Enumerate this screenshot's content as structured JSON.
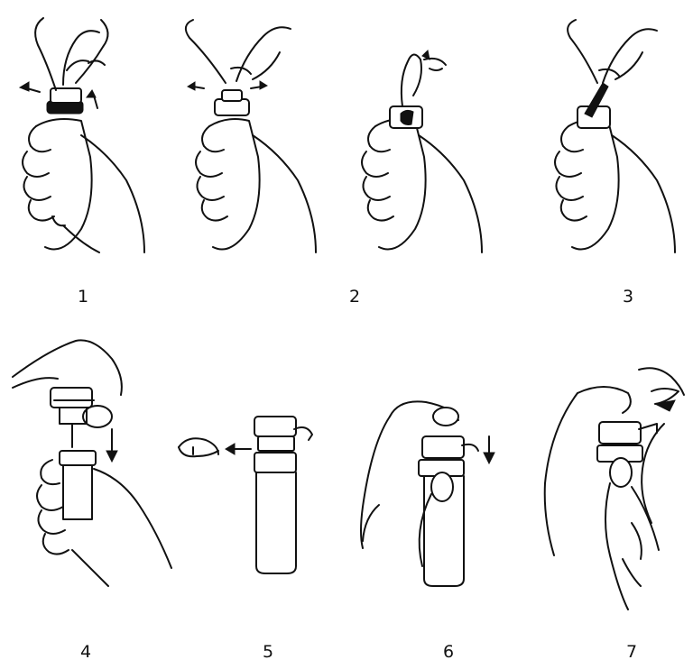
{
  "steps": [
    {
      "label": "1",
      "illustration": "tear-off-seal-start"
    },
    {
      "label": "2",
      "illustration": "tear-off-seal-lift"
    },
    {
      "label": "3",
      "illustration": "tear-off-seal-strip"
    },
    {
      "label": "4",
      "illustration": "attach-spray-pump"
    },
    {
      "label": "5",
      "illustration": "remove-safety-clip"
    },
    {
      "label": "6",
      "illustration": "prime-spray-pump"
    },
    {
      "label": "7",
      "illustration": "spray-under-tongue"
    }
  ],
  "colors": {
    "ink": "#111111",
    "paper": "#ffffff"
  }
}
